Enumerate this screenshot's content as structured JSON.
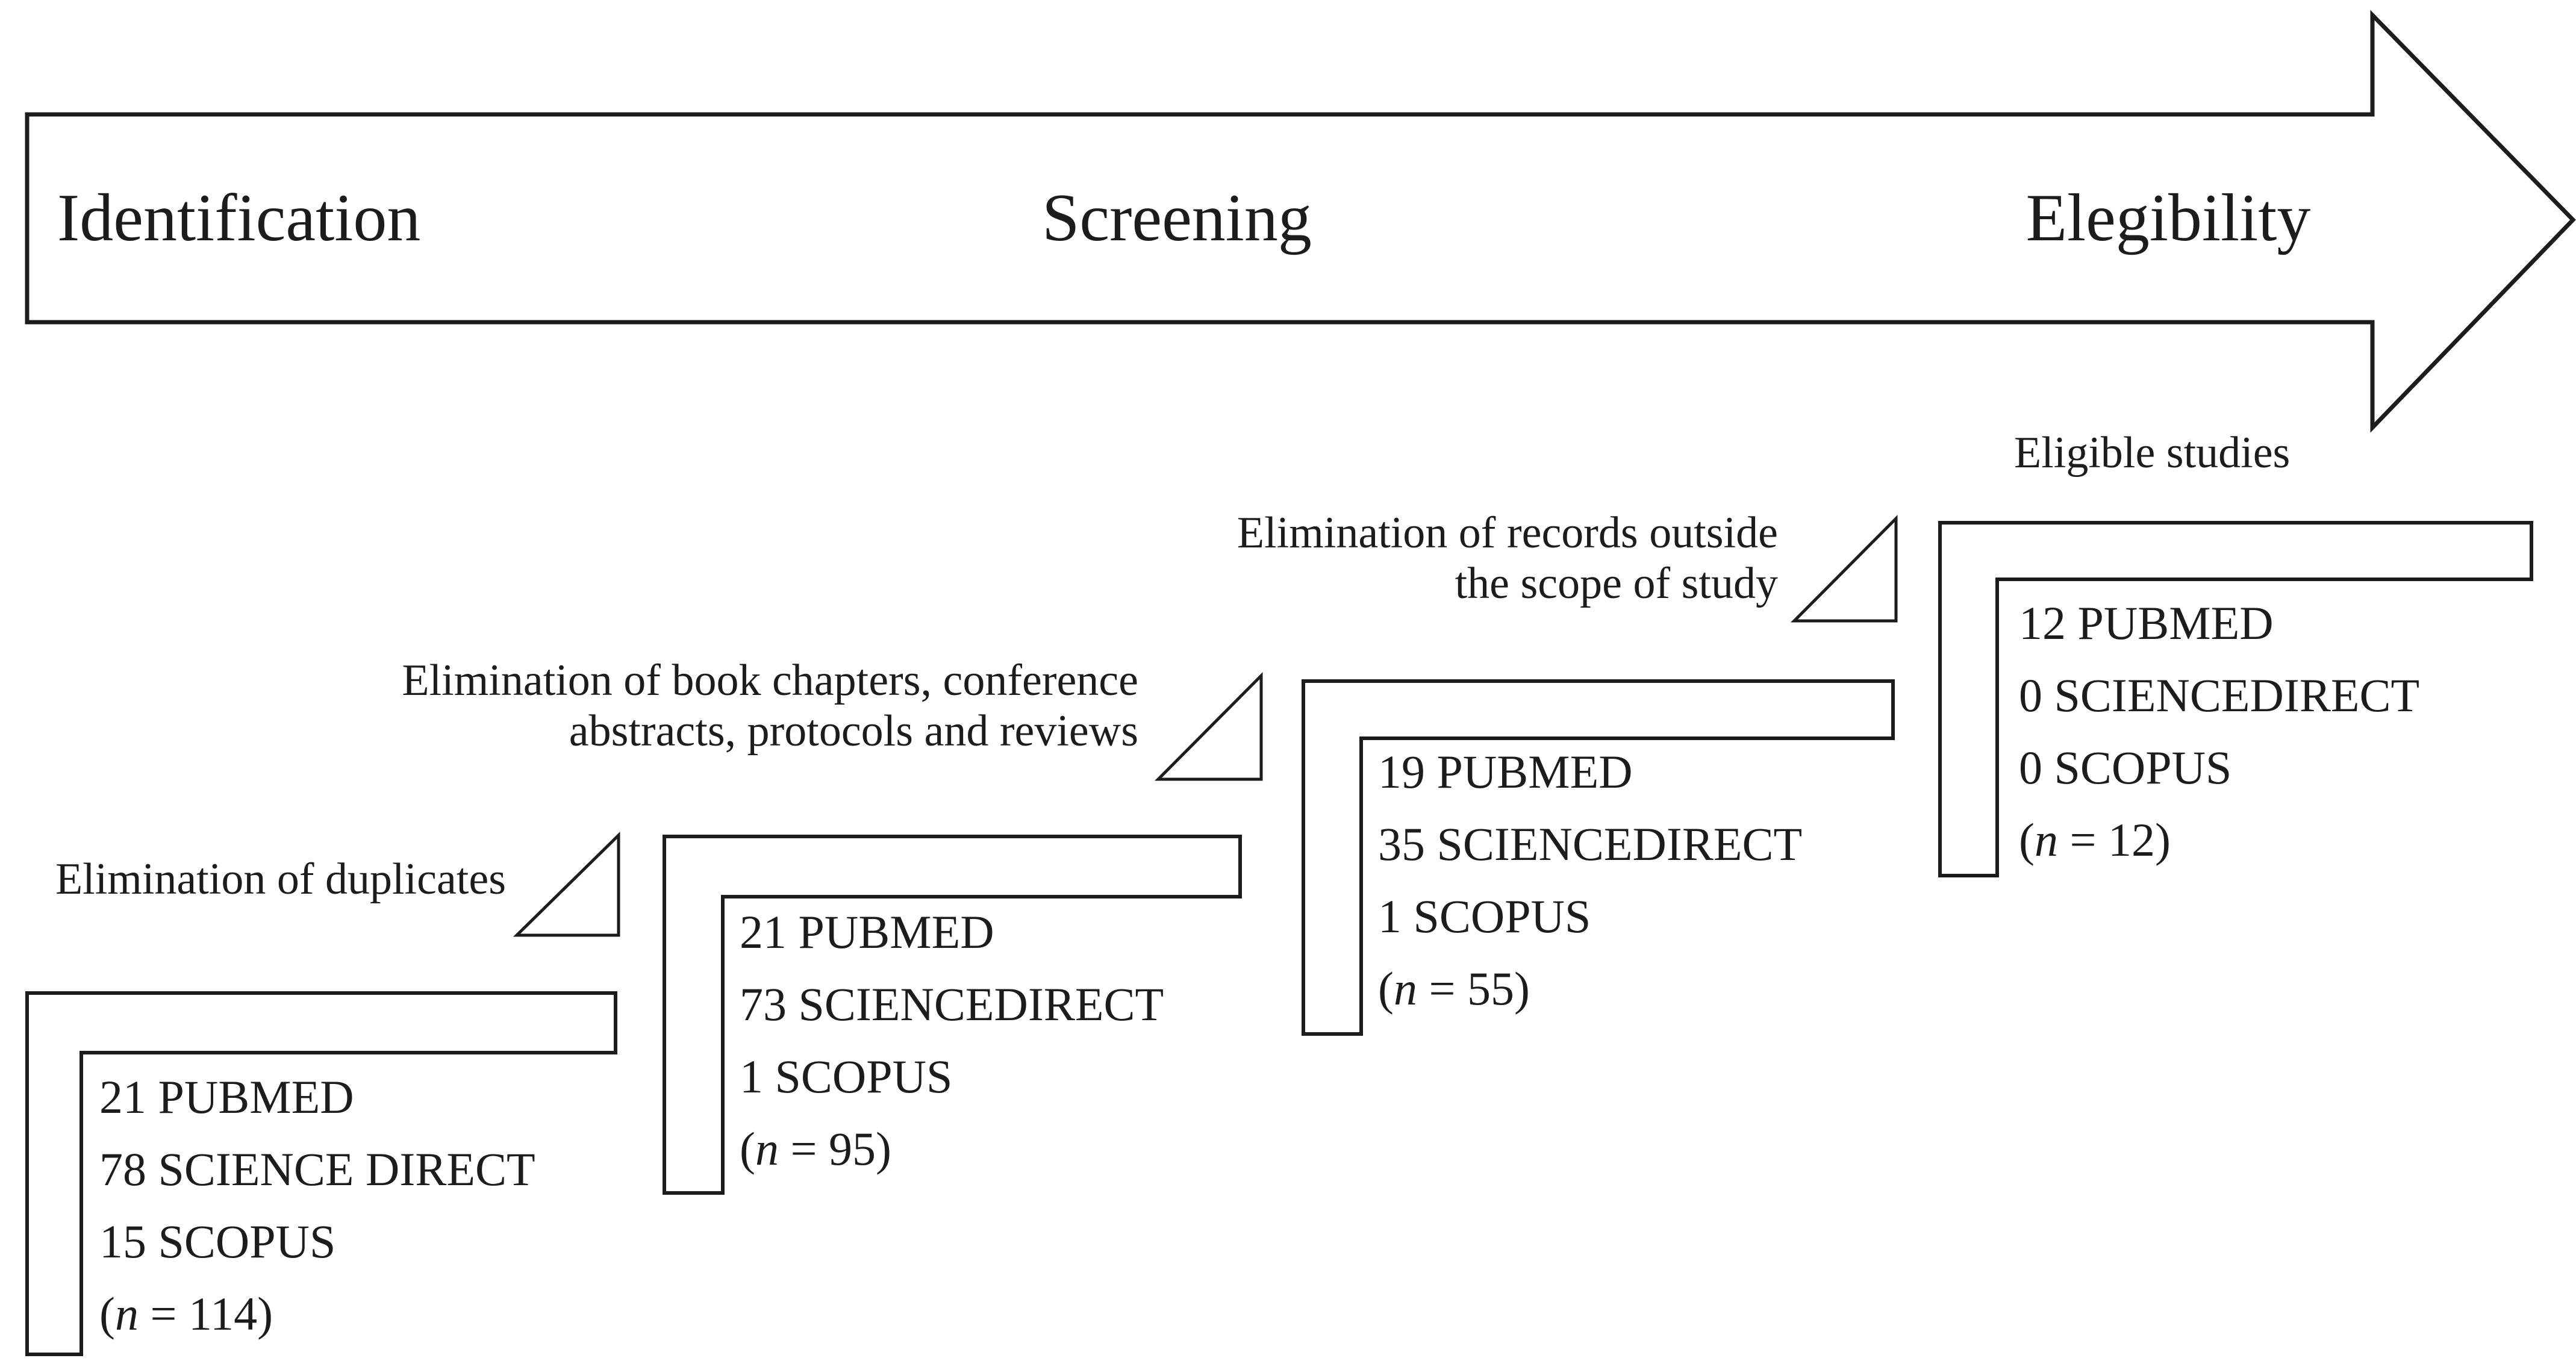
{
  "arrow": {
    "stages": [
      {
        "label": "Identification"
      },
      {
        "label": "Screening"
      },
      {
        "label": "Elegibility"
      }
    ]
  },
  "steps": [
    {
      "annotation_lines": [
        "Elimination of duplicates",
        ""
      ],
      "counts": [
        "21 PUBMED",
        "78 SCIENCE DIRECT",
        "15 SCOPUS"
      ],
      "n_open": "(",
      "n_var": "n",
      "n_rest": " = 114)"
    },
    {
      "annotation_lines": [
        "Elimination of book chapters, conference",
        "abstracts, protocols and reviews"
      ],
      "counts": [
        "21 PUBMED",
        "73 SCIENCEDIRECT",
        "1 SCOPUS"
      ],
      "n_open": "(",
      "n_var": "n",
      "n_rest": " = 95)"
    },
    {
      "annotation_lines": [
        "Elimination of records outside",
        "the scope of study"
      ],
      "counts": [
        "19 PUBMED",
        "35 SCIENCEDIRECT",
        "1 SCOPUS"
      ],
      "n_open": "(",
      "n_var": "n",
      "n_rest": " = 55)"
    },
    {
      "annotation_lines": [
        "Eligible studies",
        ""
      ],
      "counts": [
        "12 PUBMED",
        "0 SCIENCEDIRECT",
        "0 SCOPUS"
      ],
      "n_open": "(",
      "n_var": "n",
      "n_rest": " = 12)"
    }
  ],
  "colors": {
    "ink": "#1c1c1c",
    "background": "#ffffff"
  }
}
